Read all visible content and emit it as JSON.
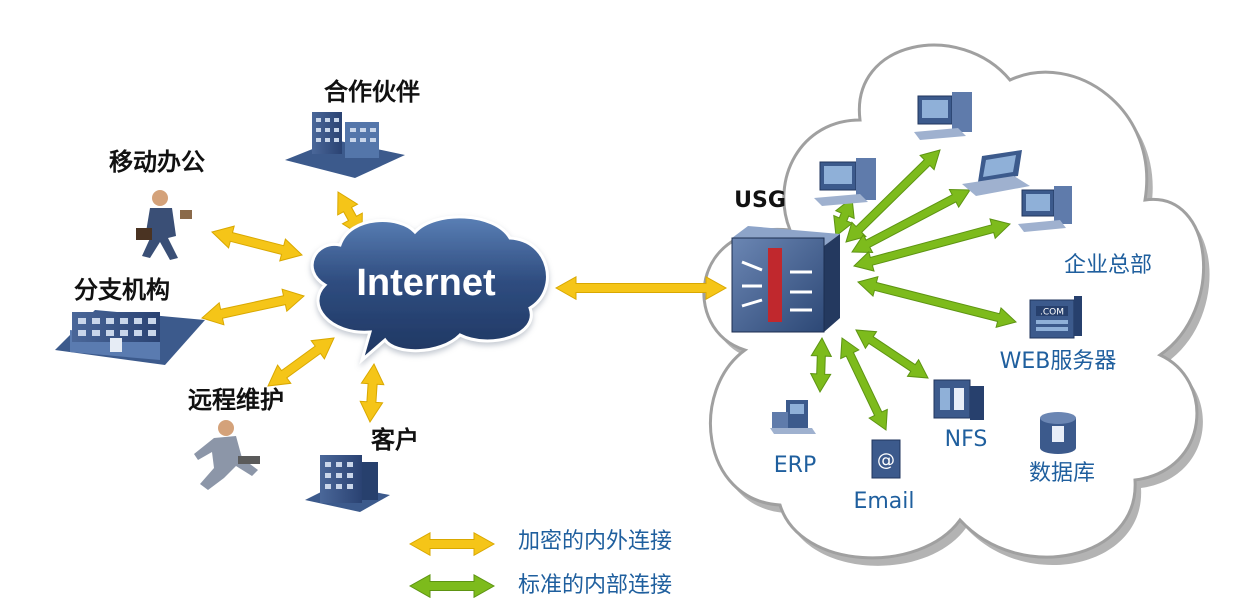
{
  "internet": {
    "label": "Internet"
  },
  "external_nodes": {
    "partner": "合作伙伴",
    "mobile_office": "移动办公",
    "branch": "分支机构",
    "remote_maintenance": "远程维护",
    "customer": "客户"
  },
  "usg": {
    "label": "USG"
  },
  "enterprise": {
    "headquarters": "企业总部",
    "web_server": "WEB服务器",
    "web_badge": ".COM",
    "erp": "ERP",
    "email": "Email",
    "nfs": "NFS",
    "database": "数据库"
  },
  "legend": {
    "encrypted": "加密的内外连接",
    "internal": "标准的内部连接"
  },
  "colors": {
    "encrypted_arrow": "#f5c518",
    "internal_arrow": "#7dbb1c",
    "internet_cloud": "#2f4d80",
    "device_blue": "#3c5a8c",
    "cloud_border": "#9a9a9a",
    "label_blue": "#1f5f9e"
  }
}
